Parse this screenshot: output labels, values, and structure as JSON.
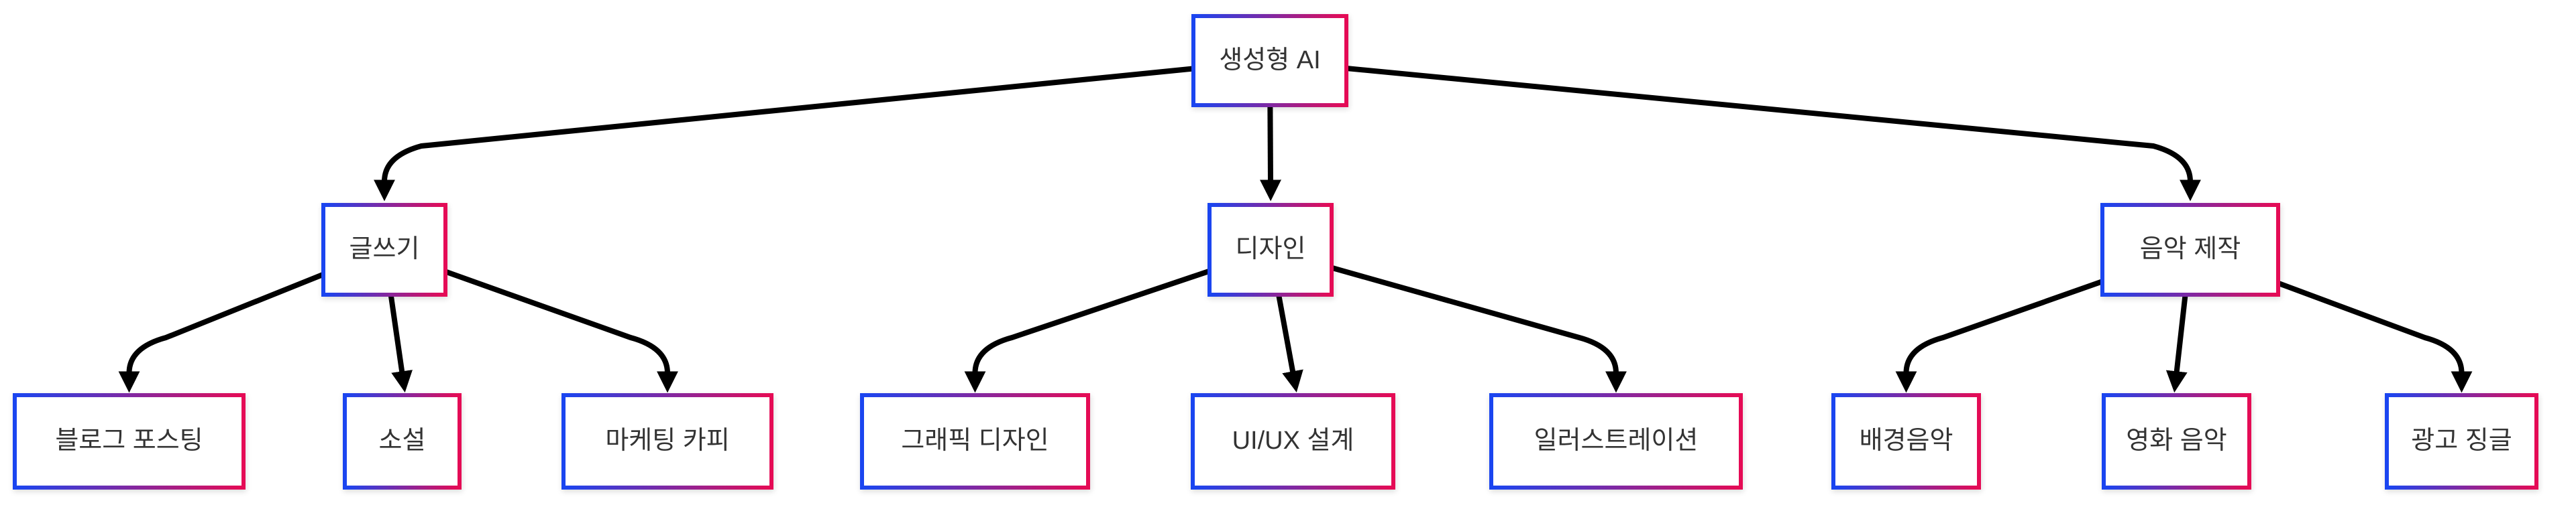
{
  "diagram": {
    "type": "tree-flowchart",
    "direction": "top-down",
    "colors": {
      "border_start": "#1a45f0",
      "border_end": "#e50b55",
      "edge": "#000000",
      "text": "#333333",
      "node_bg": "#ffffff",
      "canvas_bg": "#ffffff"
    },
    "nodes": {
      "root": {
        "label": "생성형 AI"
      },
      "writing": {
        "label": "글쓰기"
      },
      "design": {
        "label": "디자인"
      },
      "music": {
        "label": "음악 제작"
      },
      "blog": {
        "label": "블로그 포스팅"
      },
      "novel": {
        "label": "소설"
      },
      "copy": {
        "label": "마케팅 카피"
      },
      "graphic": {
        "label": "그래픽 디자인"
      },
      "uiux": {
        "label": "UI/UX 설계"
      },
      "illust": {
        "label": "일러스트레이션"
      },
      "bgm": {
        "label": "배경음악"
      },
      "film": {
        "label": "영화 음악"
      },
      "jingle": {
        "label": "광고 징글"
      }
    },
    "edges": [
      [
        "root",
        "writing"
      ],
      [
        "root",
        "design"
      ],
      [
        "root",
        "music"
      ],
      [
        "writing",
        "blog"
      ],
      [
        "writing",
        "novel"
      ],
      [
        "writing",
        "copy"
      ],
      [
        "design",
        "graphic"
      ],
      [
        "design",
        "uiux"
      ],
      [
        "design",
        "illust"
      ],
      [
        "music",
        "bgm"
      ],
      [
        "music",
        "film"
      ],
      [
        "music",
        "jingle"
      ]
    ]
  }
}
